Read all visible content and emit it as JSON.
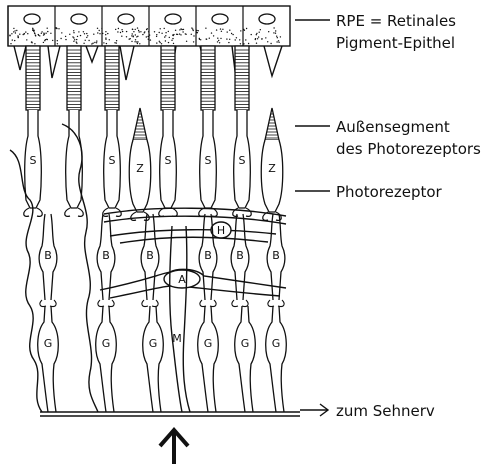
{
  "labels": {
    "rpe_line1": "RPE = Retinales",
    "rpe_line2": "Pigment-Epithel",
    "outer_line1": "Außensegment",
    "outer_line2": "des Photorezeptors",
    "photoreceptor": "Photorezeptor",
    "optic_nerve": "zum Sehnerv"
  },
  "cell_letters": {
    "rod": "S",
    "cone": "Z",
    "horizontal": "H",
    "bipolar": "B",
    "amacrine": "A",
    "ganglion": "G",
    "mueller": "M"
  },
  "colors": {
    "ink": "#111111",
    "background": "#ffffff"
  },
  "icons": {
    "light_direction": "up-arrow-icon"
  }
}
